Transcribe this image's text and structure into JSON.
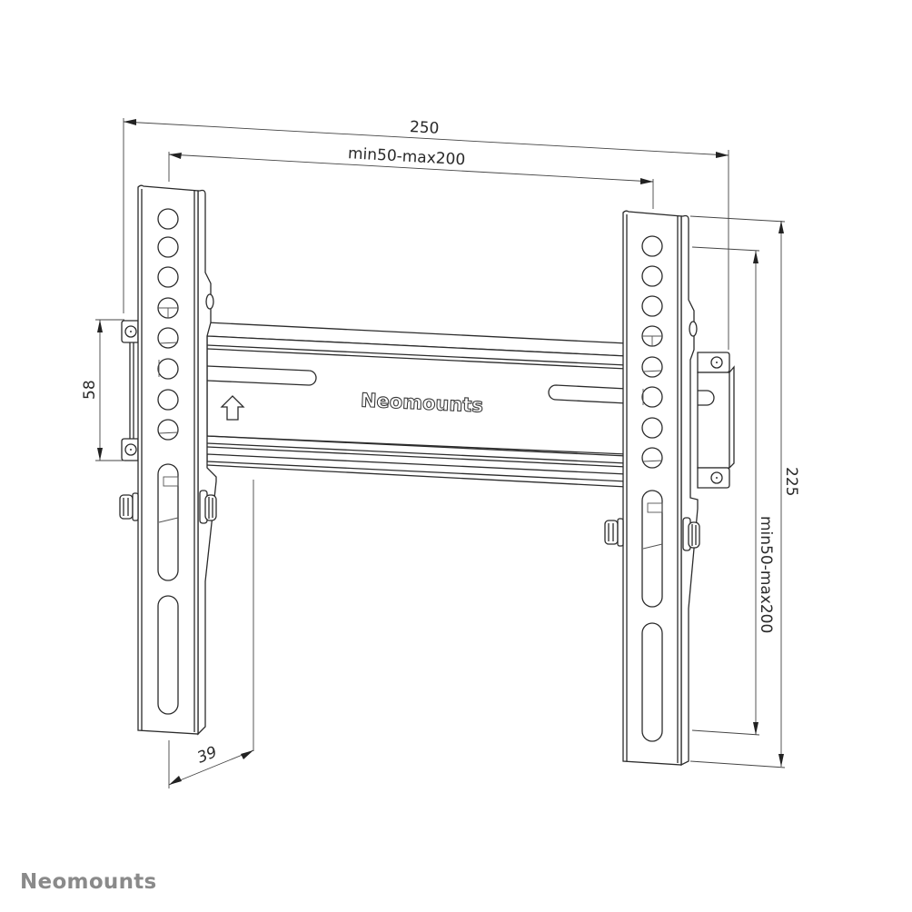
{
  "drawing": {
    "title": "Neomounts wall mount dimensional drawing",
    "units": "mm",
    "dimensions": {
      "overall_width": "250",
      "vesa_horizontal": "min50-max200",
      "overall_height": "225",
      "vesa_vertical": "min50-max200",
      "wall_plate_height": "58",
      "depth": "39"
    },
    "embossed_logo": "Neomounts",
    "left_arm": {
      "holes": 8,
      "slots": 2
    },
    "right_arm": {
      "holes": 8,
      "slots": 2
    }
  },
  "footer": {
    "brand": "Neomounts",
    "brand_color": "#8a8a8a"
  }
}
